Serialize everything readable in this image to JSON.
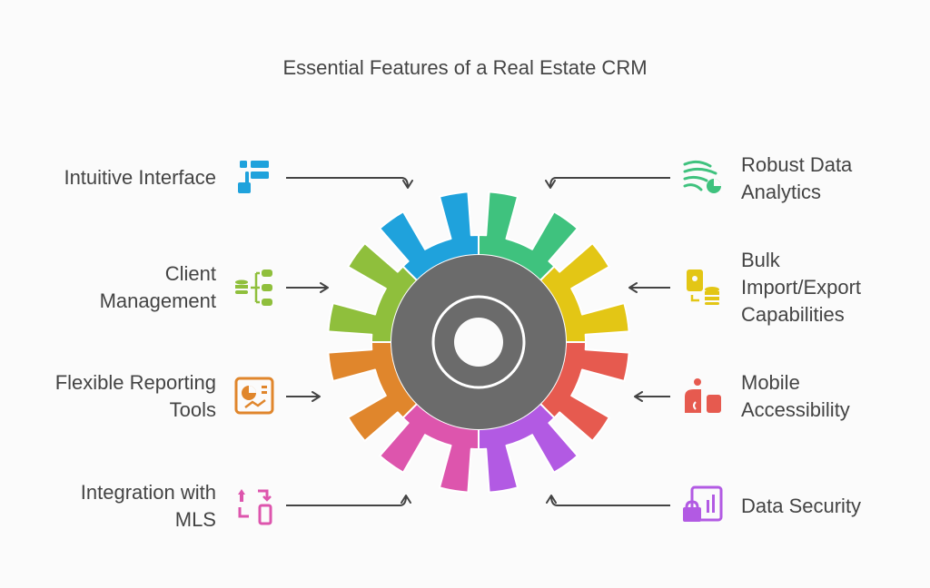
{
  "title": "Essential Features of a Real Estate CRM",
  "colors": {
    "hub": "#6b6b6b",
    "hub_ring": "#ffffff",
    "background": "#fbfbfb",
    "arrow": "#444444",
    "text": "#444444"
  },
  "features": [
    {
      "id": "intuitive-interface",
      "label_lines": [
        "Intuitive Interface"
      ],
      "side": "left",
      "color": "#1fa2dc",
      "icon": "interface-list-icon"
    },
    {
      "id": "robust-data-analytics",
      "label_lines": [
        "Robust Data",
        "Analytics"
      ],
      "side": "right",
      "color": "#3fc27e",
      "icon": "data-stream-icon"
    },
    {
      "id": "bulk-import-export",
      "label_lines": [
        "Bulk",
        "Import/Export",
        "Capabilities"
      ],
      "side": "right",
      "color": "#e3c615",
      "icon": "file-database-icon"
    },
    {
      "id": "mobile-accessibility",
      "label_lines": [
        "Mobile",
        "Accessibility"
      ],
      "side": "right",
      "color": "#e65a4f",
      "icon": "hand-phone-icon"
    },
    {
      "id": "data-security",
      "label_lines": [
        "Data Security"
      ],
      "side": "right",
      "color": "#b25ae3",
      "icon": "lock-chart-icon"
    },
    {
      "id": "integration-mls",
      "label_lines": [
        "Integration with",
        "MLS"
      ],
      "side": "left",
      "color": "#dd55ad",
      "icon": "sync-device-icon"
    },
    {
      "id": "flexible-reporting",
      "label_lines": [
        "Flexible Reporting",
        "Tools"
      ],
      "side": "left",
      "color": "#e0862c",
      "icon": "report-chart-icon"
    },
    {
      "id": "client-management",
      "label_lines": [
        "Client",
        "Management"
      ],
      "side": "left",
      "color": "#8fbf3c",
      "icon": "database-tree-icon"
    }
  ]
}
